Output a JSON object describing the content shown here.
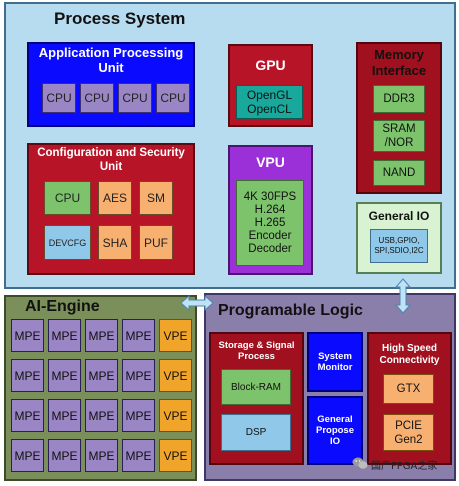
{
  "process_system": {
    "title": "Process System",
    "apu": {
      "title": "Application Processing Unit",
      "cores": [
        "CPU",
        "CPU",
        "CPU",
        "CPU"
      ]
    },
    "csu": {
      "title": "Configuration and Security Unit",
      "cpu": "CPU",
      "aes": "AES",
      "sm": "SM",
      "devcfg": "DEVCFG",
      "sha": "SHA",
      "puf": "PUF"
    },
    "gpu": {
      "title": "GPU",
      "api_line1": "OpenGL",
      "api_line2": "OpenCL"
    },
    "vpu": {
      "title": "VPU",
      "line1": "4K 30FPS",
      "line2": "H.264",
      "line3": "H.265",
      "line4": "Encoder",
      "line5": "Decoder"
    },
    "memory": {
      "title_line1": "Memory",
      "title_line2": "Interface",
      "ddr": "DDR3",
      "sram_line1": "SRAM",
      "sram_line2": "/NOR",
      "nand": "NAND"
    },
    "general_io": {
      "title": "General IO",
      "line1": "USB,GPIO,",
      "line2": "SPI,SDIO,I2C"
    }
  },
  "ai_engine": {
    "title": "AI-Engine",
    "rows": [
      [
        "MPE",
        "MPE",
        "MPE",
        "MPE",
        "VPE"
      ],
      [
        "MPE",
        "MPE",
        "MPE",
        "MPE",
        "VPE"
      ],
      [
        "MPE",
        "MPE",
        "MPE",
        "MPE",
        "VPE"
      ],
      [
        "MPE",
        "MPE",
        "MPE",
        "MPE",
        "VPE"
      ]
    ]
  },
  "programmable_logic": {
    "title": "Programable Logic",
    "storage": {
      "title_line1": "Storage & Signal",
      "title_line2": "Process",
      "bram": "Block-RAM",
      "dsp": "DSP"
    },
    "system_monitor": {
      "line1": "System",
      "line2": "Monitor"
    },
    "general_io": {
      "line1": "General",
      "line2": "Propose",
      "line3": "IO"
    },
    "high_speed": {
      "title_line1": "High Speed",
      "title_line2": "Connectivity",
      "gtx": "GTX",
      "pcie_line1": "PCIE",
      "pcie_line2": "Gen2"
    }
  },
  "watermark": {
    "text": "国产FPGA之家",
    "icon": "wechat-icon"
  },
  "colors": {
    "ps_bg": "#b7dcf0",
    "apu": "#0a0aff",
    "csu": "#b81428",
    "vpu": "#9b2fd8",
    "green": "#7cc36c",
    "teal": "#18a89c",
    "orange": "#f0a52a",
    "purple_cell": "#9a86c4",
    "ai_bg": "#7a8f5a",
    "pl_bg": "#8a7eaa",
    "arrow": "#bfe3f5"
  }
}
